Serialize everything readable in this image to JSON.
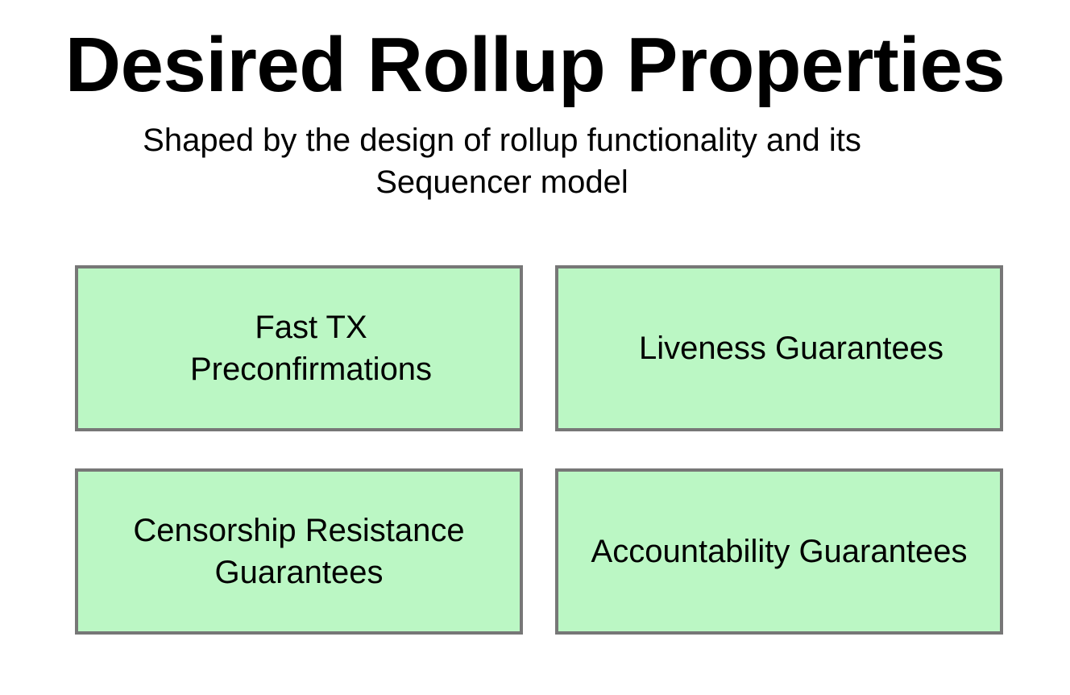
{
  "title": "Desired Rollup Properties",
  "subtitle": "Shaped by the design of rollup functionality and its\nSequencer model",
  "properties": [
    {
      "label": "Fast TX\nPreconfirmations"
    },
    {
      "label": "Liveness Guarantees"
    },
    {
      "label": "Censorship Resistance\nGuarantees"
    },
    {
      "label": "Accountability Guarantees"
    }
  ],
  "colors": {
    "box_fill": "#bbf7c4",
    "box_border": "#777777",
    "text": "#000000",
    "background": "#ffffff"
  }
}
